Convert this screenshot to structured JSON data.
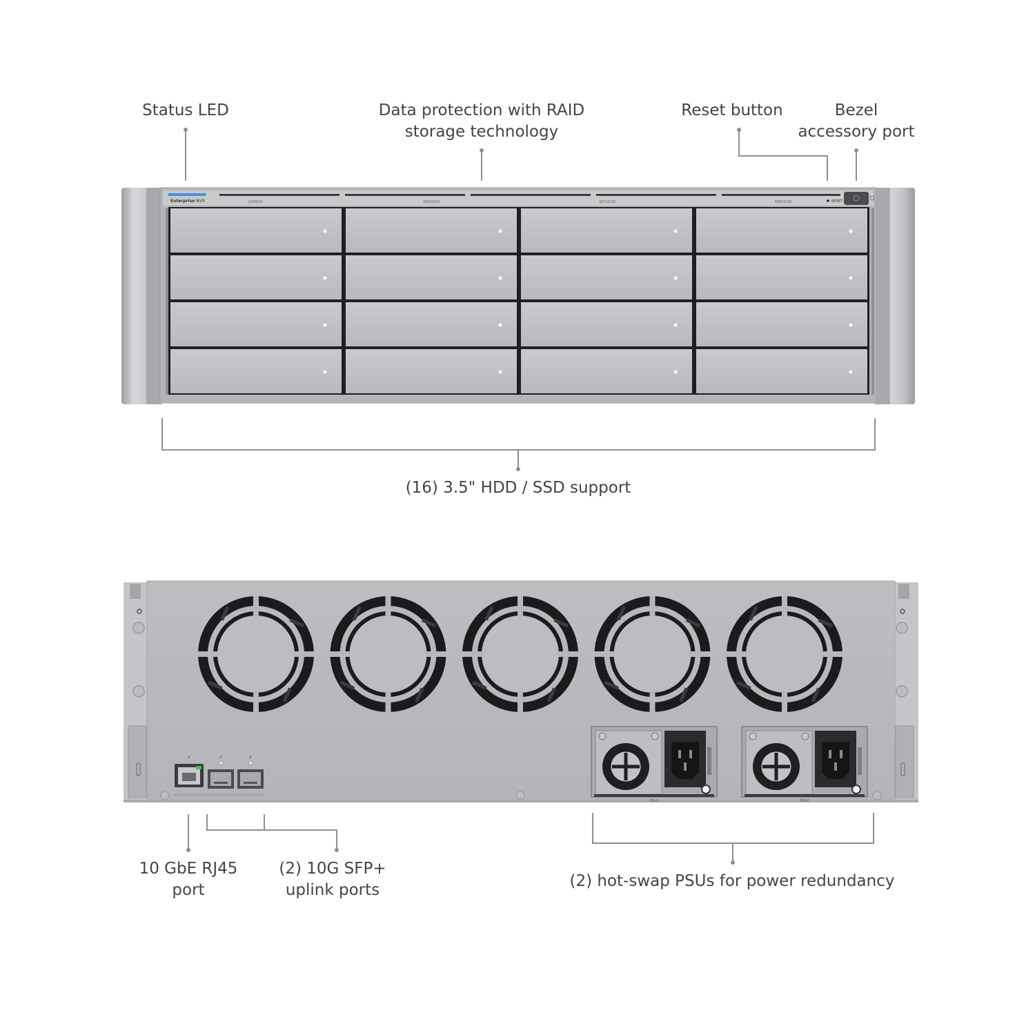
{
  "callouts": {
    "status_led": "Status LED",
    "raid_line1": "Data protection with RAID",
    "raid_line2": "storage technology",
    "reset_button": "Reset button",
    "bezel_line1": "Bezel",
    "bezel_line2": "accessory port",
    "drive_support": "(16) 3.5\" HDD / SSD support",
    "rj45_line1": "10 GbE RJ45",
    "rj45_line2": "port",
    "sfp_line1": "(2) 10G SFP+",
    "sfp_line2": "uplink ports",
    "psu": "(2) hot-swap PSUs for power redundancy"
  },
  "front_panel": {
    "brand_bold": "Enterprise",
    "brand_model": "NVR",
    "bay_groups": [
      "1/5/9/13",
      "2/6/10/14",
      "3/7/11/15",
      "4/8/12/16"
    ],
    "reset_label": "RESET",
    "drive_bays": {
      "rows": 4,
      "columns": 4
    }
  },
  "rear_panel": {
    "fans": 5,
    "port_numbers": [
      "1",
      "2",
      "3"
    ],
    "psu_labels": [
      "PSU1",
      "PSU2"
    ]
  },
  "colors": {
    "chassis": "#b9babd",
    "drive_face": "#bfc0c3",
    "status_led": "#4a8fe0",
    "link_led": "#3cc24a",
    "callout_line": "#8e8e8e"
  }
}
